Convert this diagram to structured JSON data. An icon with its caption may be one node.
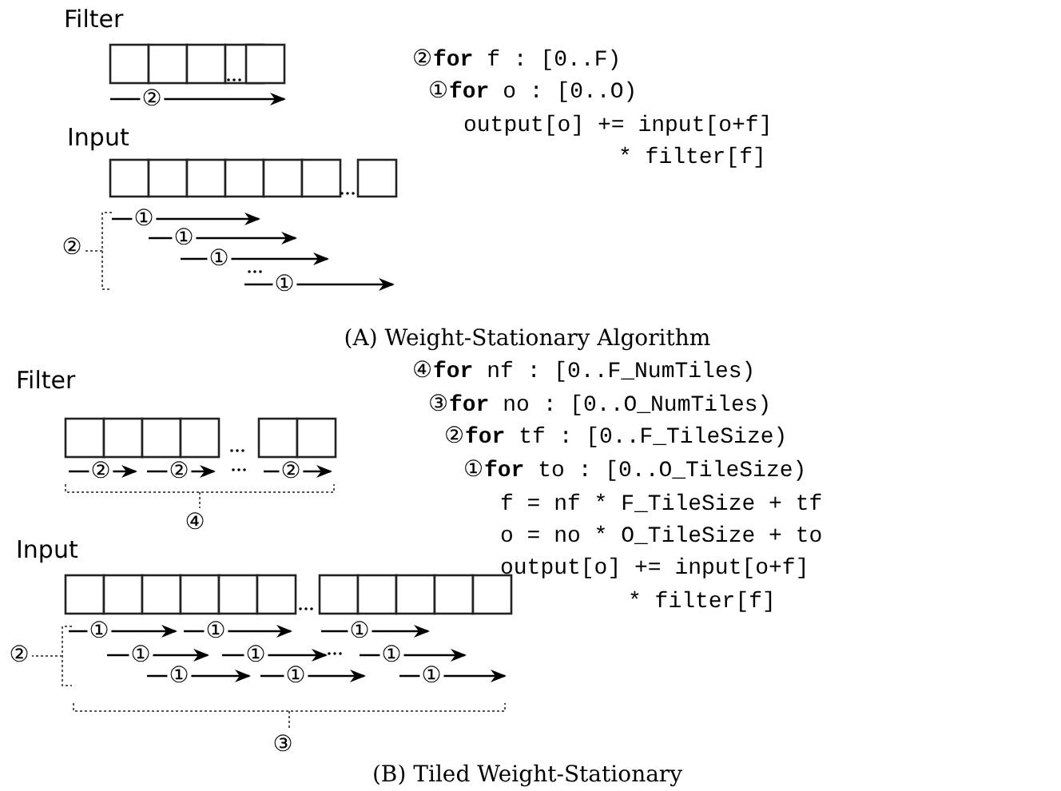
{
  "diagram": {
    "labels": [
      "Filter",
      "②",
      "②**for** f : [0..F)",
      "①**for** o : [0..O)",
      "output[o] += input[o+f]",
      "* filter[f]",
      "Input",
      "①",
      "①",
      "①",
      "①",
      "②",
      "(A) Weight-Stationary Algorithm",
      "Filter",
      "②",
      "②",
      "②",
      "④",
      "Input",
      "①",
      "①",
      "①",
      "①",
      "①",
      "①",
      "①",
      "①",
      "①",
      "②",
      "③",
      "④**for** nf : [0..F_NumTiles)",
      "③**for** no : [0..O_NumTiles)",
      "②**for** tf : [0..F_TileSize)",
      "①**for** to : [0..O_TileSize)",
      "f = nf * F_TileSize + tf",
      "o = no * O_TileSize + to",
      "output[o] += input[o+f]",
      "* filter[f]",
      "(B) Tiled Weight-Stationary"
    ]
  }
}
